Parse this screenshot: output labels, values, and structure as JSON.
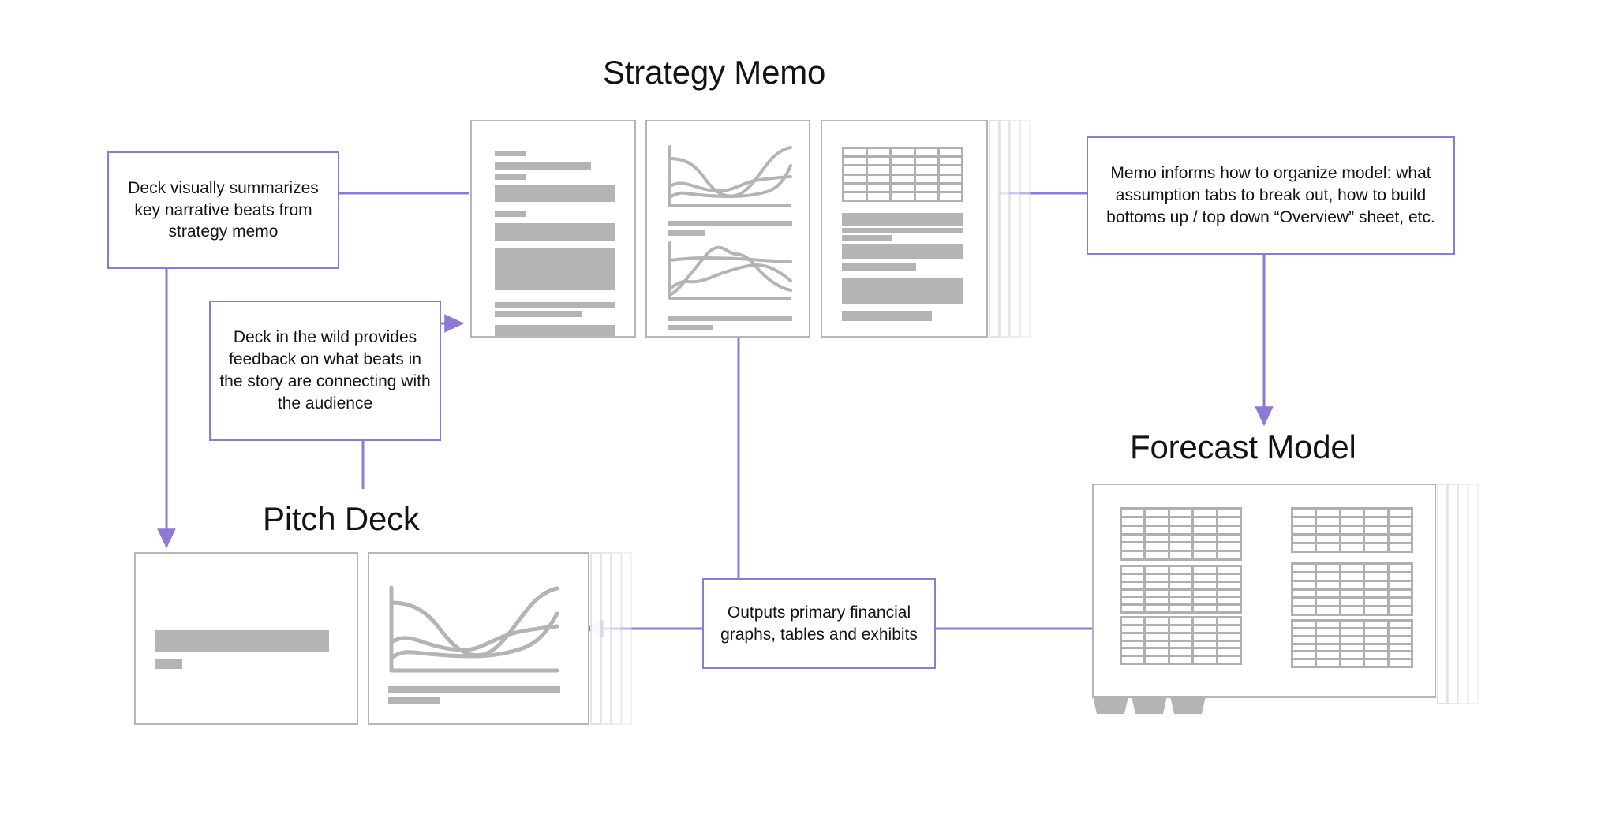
{
  "diagram": {
    "title": "Strategy Memo, Pitch Deck and Forecast Model relationship diagram",
    "accent_color": "#8b7ad6",
    "placeholder_gray": "#b4b4b4",
    "outline_gray": "#b5b5b5",
    "text_color": "#131313",
    "background": "#ffffff"
  },
  "sections": {
    "strategy_memo": {
      "title": "Strategy Memo"
    },
    "pitch_deck": {
      "title": "Pitch Deck"
    },
    "forecast_model": {
      "title": "Forecast Model"
    }
  },
  "notes": [
    {
      "id": "deck-summarizes",
      "text": "Deck visually summarizes key narrative beats from strategy memo"
    },
    {
      "id": "deck-in-the-wild",
      "text": "Deck in the wild provides feedback on what beats in the story are connecting with the audience"
    },
    {
      "id": "memo-informs-model",
      "text": "Memo informs how to organize model: what assumption tabs to break out, how to build bottoms up / top down “Overview” sheet, etc."
    },
    {
      "id": "outputs-primary",
      "text": "Outputs primary financial graphs, tables and exhibits"
    }
  ],
  "connections": [
    {
      "id": "memo-to-deck-note",
      "from": "strategy-memo-page-1",
      "to": "note-deck-summarizes",
      "arrow": "none"
    },
    {
      "id": "deck-note-to-pitchdeck",
      "from": "note-deck-summarizes",
      "to": "pitch-deck-slide-1",
      "arrow": "to"
    },
    {
      "id": "wild-note-to-memo",
      "from": "note-deck-in-the-wild",
      "to": "strategy-memo-page-1",
      "arrow": "to"
    },
    {
      "id": "pitchdeck-to-wild-note",
      "from": "pitch-deck",
      "to": "note-deck-in-the-wild",
      "arrow": "none"
    },
    {
      "id": "outputs-up-to-memo",
      "from": "note-outputs-primary",
      "to": "strategy-memo-page-2",
      "arrow": "to"
    },
    {
      "id": "model-to-outputs",
      "from": "forecast-model",
      "to": "note-outputs-primary",
      "arrow": "none"
    },
    {
      "id": "outputs-to-pitchdeck",
      "from": "note-outputs-primary",
      "to": "pitch-deck-slide-2",
      "arrow": "to"
    },
    {
      "id": "memo-note-to-model",
      "from": "note-memo-informs",
      "to": "forecast-model",
      "arrow": "to"
    },
    {
      "id": "memo-to-memo-note",
      "from": "strategy-memo-page-3",
      "to": "note-memo-informs",
      "arrow": "none"
    }
  ]
}
